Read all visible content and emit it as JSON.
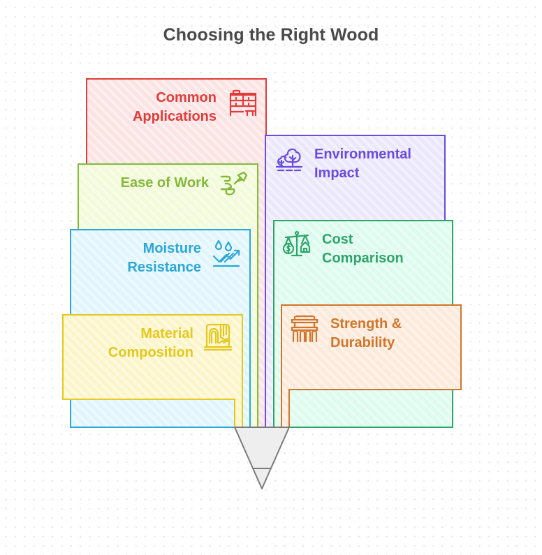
{
  "title": "Choosing the Right Wood",
  "items": [
    {
      "id": "common-applications",
      "label_lines": [
        "Common",
        "Applications"
      ],
      "icon": "furniture-cabinet-icon",
      "color": "#e03c3c",
      "fill": "#fde3e3"
    },
    {
      "id": "environmental-impact",
      "label_lines": [
        "Environmental",
        "Impact"
      ],
      "icon": "trees-landscape-icon",
      "color": "#6a4be0",
      "fill": "#ebe7fd"
    },
    {
      "id": "ease-of-work",
      "label_lines": [
        "Ease of Work"
      ],
      "icon": "woodworking-tools-icon",
      "color": "#86b83a",
      "fill": "#f1fbd9"
    },
    {
      "id": "cost-comparison",
      "label_lines": [
        "Cost",
        "Comparison"
      ],
      "icon": "balance-scale-dollar-house-icon",
      "color": "#2fa56b",
      "fill": "#dcfcee"
    },
    {
      "id": "moisture-resistance",
      "label_lines": [
        "Moisture",
        "Resistance"
      ],
      "icon": "water-drops-trend-icon",
      "color": "#2aa7d8",
      "fill": "#e1f5fd"
    },
    {
      "id": "strength-durability",
      "label_lines": [
        "Strength &",
        "Durability"
      ],
      "icon": "structure-pillars-icon",
      "color": "#d0762a",
      "fill": "#feeadb"
    },
    {
      "id": "material-composition",
      "label_lines": [
        "Material",
        "Composition"
      ],
      "icon": "wood-grain-icon",
      "color": "#e4c81e",
      "fill": "#fdf5c9"
    }
  ],
  "pencil_tip": {
    "fill": "#eeeeee",
    "stroke": "#7a7a7a"
  }
}
